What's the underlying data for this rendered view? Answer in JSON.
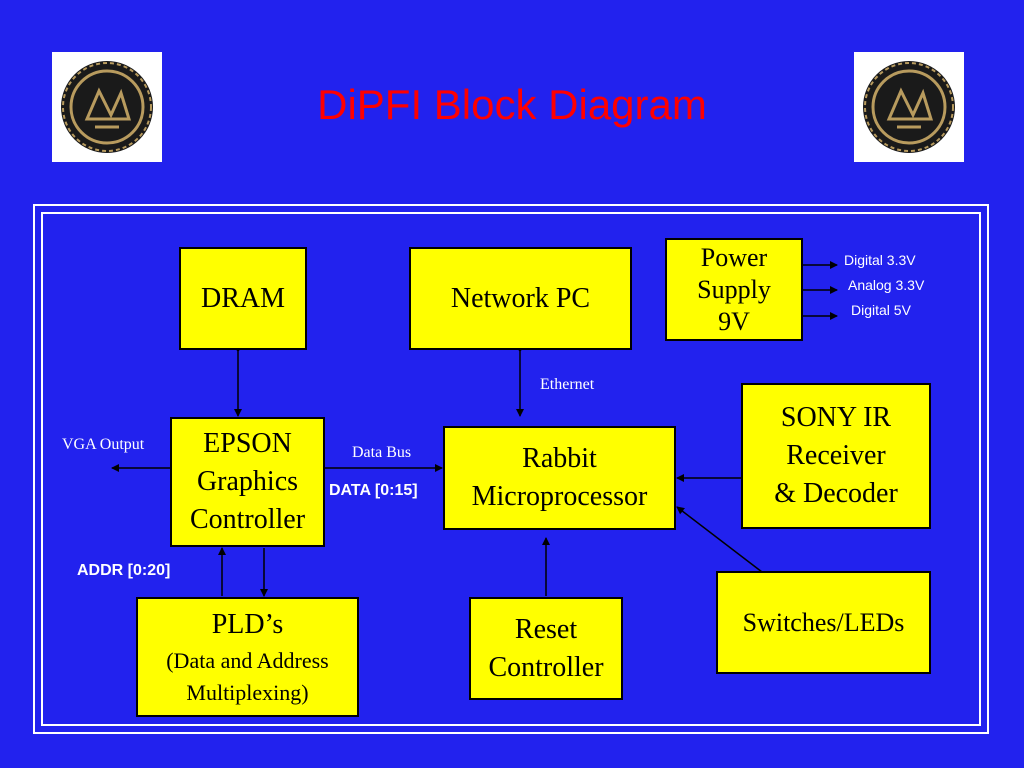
{
  "slide": {
    "title": "DiPFI Block Diagram",
    "background": "#2222ee",
    "title_color": "#ff0000",
    "block_fill": "#ffff00"
  },
  "logos": {
    "left_icon": "purdue-university-seal-icon",
    "right_icon": "purdue-university-seal-icon"
  },
  "blocks": {
    "dram": "DRAM",
    "network_pc": "Network PC",
    "power_supply": [
      "Power",
      "Supply",
      "9V"
    ],
    "epson": [
      "EPSON",
      "Graphics",
      "Controller"
    ],
    "rabbit": [
      "Rabbit",
      "Microprocessor"
    ],
    "sony": [
      "SONY IR",
      "Receiver",
      "& Decoder"
    ],
    "pld_title": "PLD’s",
    "pld_sub": [
      "(Data and Address",
      "Multiplexing)"
    ],
    "reset": [
      "Reset",
      "Controller"
    ],
    "switches": "Switches/LEDs"
  },
  "labels": {
    "digital_33": "Digital 3.3V",
    "analog_33": "Analog 3.3V",
    "digital_5": "Digital 5V",
    "ethernet": "Ethernet",
    "vga_output": "VGA Output",
    "data_bus": "Data Bus",
    "data_range": "DATA [0:15]",
    "addr_range": "ADDR [0:20]"
  }
}
